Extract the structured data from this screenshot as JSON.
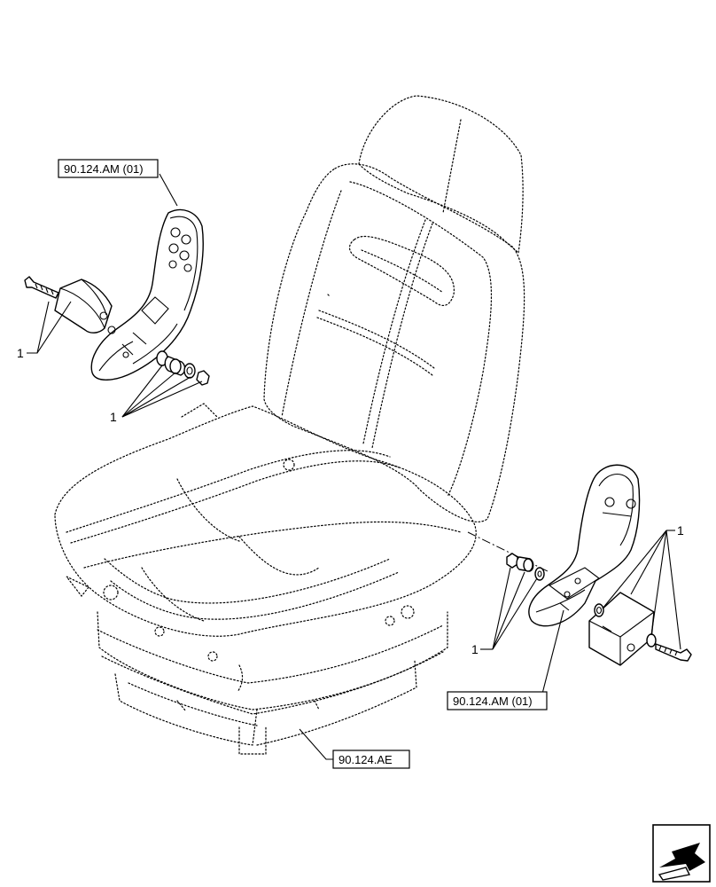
{
  "references": {
    "left_bracket": "90.124.AM (01)",
    "right_bracket": "90.124.AM (01)",
    "seat_base": "90.124.AE"
  },
  "callouts": {
    "left_upper": "1",
    "left_lower": "1",
    "right_upper": "1",
    "right_lower": "1"
  },
  "icons": {
    "corner": "arrow-icon"
  }
}
